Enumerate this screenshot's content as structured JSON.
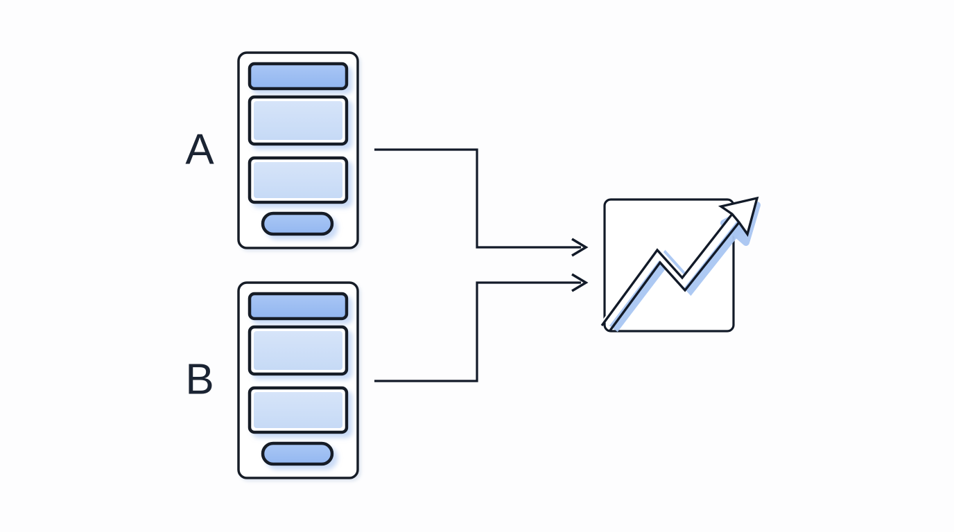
{
  "diagram": {
    "title": "A/B test variants feeding into results chart",
    "background_color": "#fdfdfe",
    "stroke_color": "#121a28",
    "accent_blue": "#9cbdf3",
    "light_blue": "#cfdff7",
    "shadow_blue": "#c5d8f4",
    "label_color": "#1b2433"
  },
  "variants": [
    {
      "id": "a",
      "label": "A",
      "card_name": "variant-a-card",
      "header_bar": {
        "name": "variant-a-header-bar",
        "color": "#9cbdf3"
      },
      "content_blocks": [
        {
          "name": "variant-a-content-block-1",
          "color": "#cfdff7"
        },
        {
          "name": "variant-a-content-block-2",
          "color": "#cfdff7"
        }
      ],
      "cta_button": {
        "name": "variant-a-cta-button",
        "color": "#9cbdf3"
      }
    },
    {
      "id": "b",
      "label": "B",
      "card_name": "variant-b-card",
      "header_bar": {
        "name": "variant-b-header-bar",
        "color": "#9cbdf3"
      },
      "content_blocks": [
        {
          "name": "variant-b-content-block-1",
          "color": "#cfdff7"
        },
        {
          "name": "variant-b-content-block-2",
          "color": "#cfdff7"
        }
      ],
      "cta_button": {
        "name": "variant-b-cta-button",
        "color": "#9cbdf3"
      }
    }
  ],
  "connectors": [
    {
      "name": "connector-a-to-chart",
      "from": "A",
      "to": "chart",
      "arrowhead": true
    },
    {
      "name": "connector-b-to-chart",
      "from": "B",
      "to": "chart",
      "arrowhead": true
    }
  ],
  "result": {
    "name": "results-chart-icon",
    "icon": "trending-up-chart-icon",
    "frame_color": "#121a28",
    "trend_line_color": "#121a28",
    "trend_shadow_color": "#a9c6f2",
    "arrow_fill": "#ffffff"
  }
}
